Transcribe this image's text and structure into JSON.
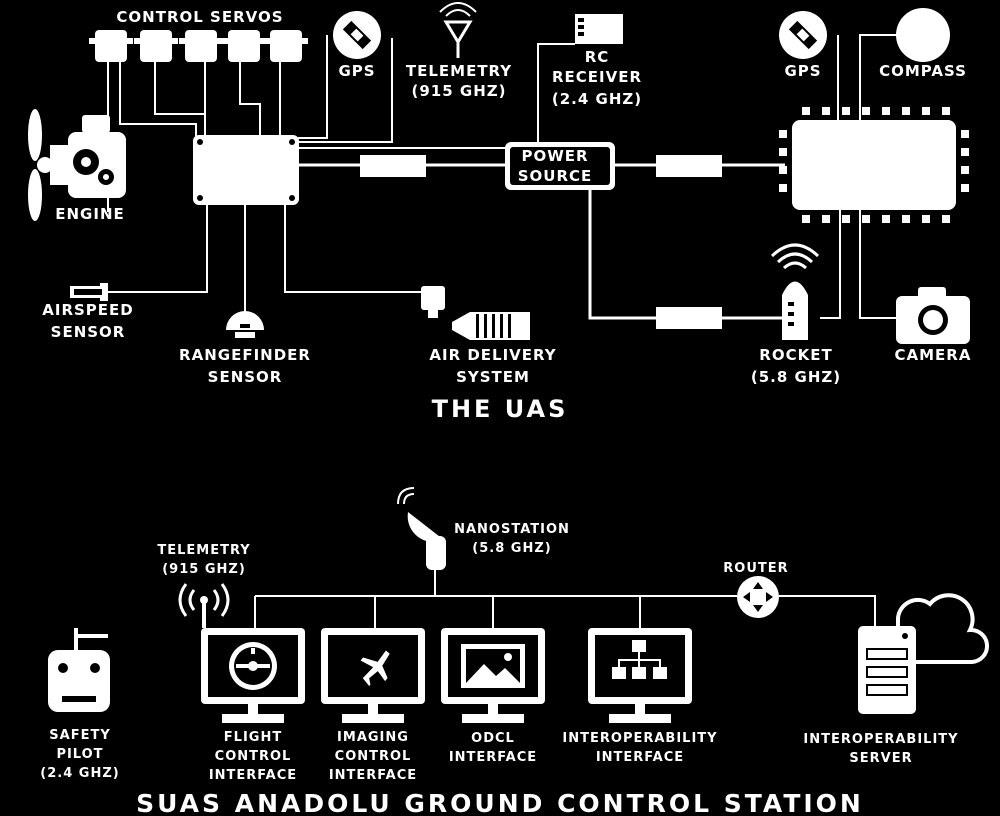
{
  "uas": {
    "title": "THE UAS",
    "control_servos": "CONTROL SERVOS",
    "gps_left": "GPS",
    "telemetry_l1": "TELEMETRY",
    "telemetry_l2": "(915 GHZ)",
    "rc_l1": "RC",
    "rc_l2": "RECEIVER",
    "rc_l3": "(2.4 GHZ)",
    "gps_right": "GPS",
    "compass": "COMPASS",
    "engine": "ENGINE",
    "power_l1": "POWER",
    "power_l2": "SOURCE",
    "airspeed_l1": "AIRSPEED",
    "airspeed_l2": "SENSOR",
    "rangefinder_l1": "RANGEFINDER",
    "rangefinder_l2": "SENSOR",
    "air_delivery_l1": "AIR DELIVERY",
    "air_delivery_l2": "SYSTEM",
    "rocket_l1": "ROCKET",
    "rocket_l2": "(5.8 GHZ)",
    "camera": "CAMERA"
  },
  "gcs": {
    "title": "SUAS ANADOLU GROUND CONTROL STATION",
    "telemetry_l1": "TELEMETRY",
    "telemetry_l2": "(915 GHZ)",
    "nanostation_l1": "NANOSTATION",
    "nanostation_l2": "(5.8 GHZ)",
    "router": "ROUTER",
    "safety_l1": "SAFETY",
    "safety_l2": "PILOT",
    "safety_l3": "(2.4 GHZ)",
    "flight_l1": "FLIGHT",
    "flight_l2": "CONTROL",
    "flight_l3": "INTERFACE",
    "imaging_l1": "IMAGING",
    "imaging_l2": "CONTROL",
    "imaging_l3": "INTERFACE",
    "odcl_l1": "ODCL",
    "odcl_l2": "INTERFACE",
    "interop_l1": "INTEROPERABILITY",
    "interop_l2": "INTERFACE",
    "server_l1": "INTEROPERABILITY",
    "server_l2": "SERVER"
  }
}
